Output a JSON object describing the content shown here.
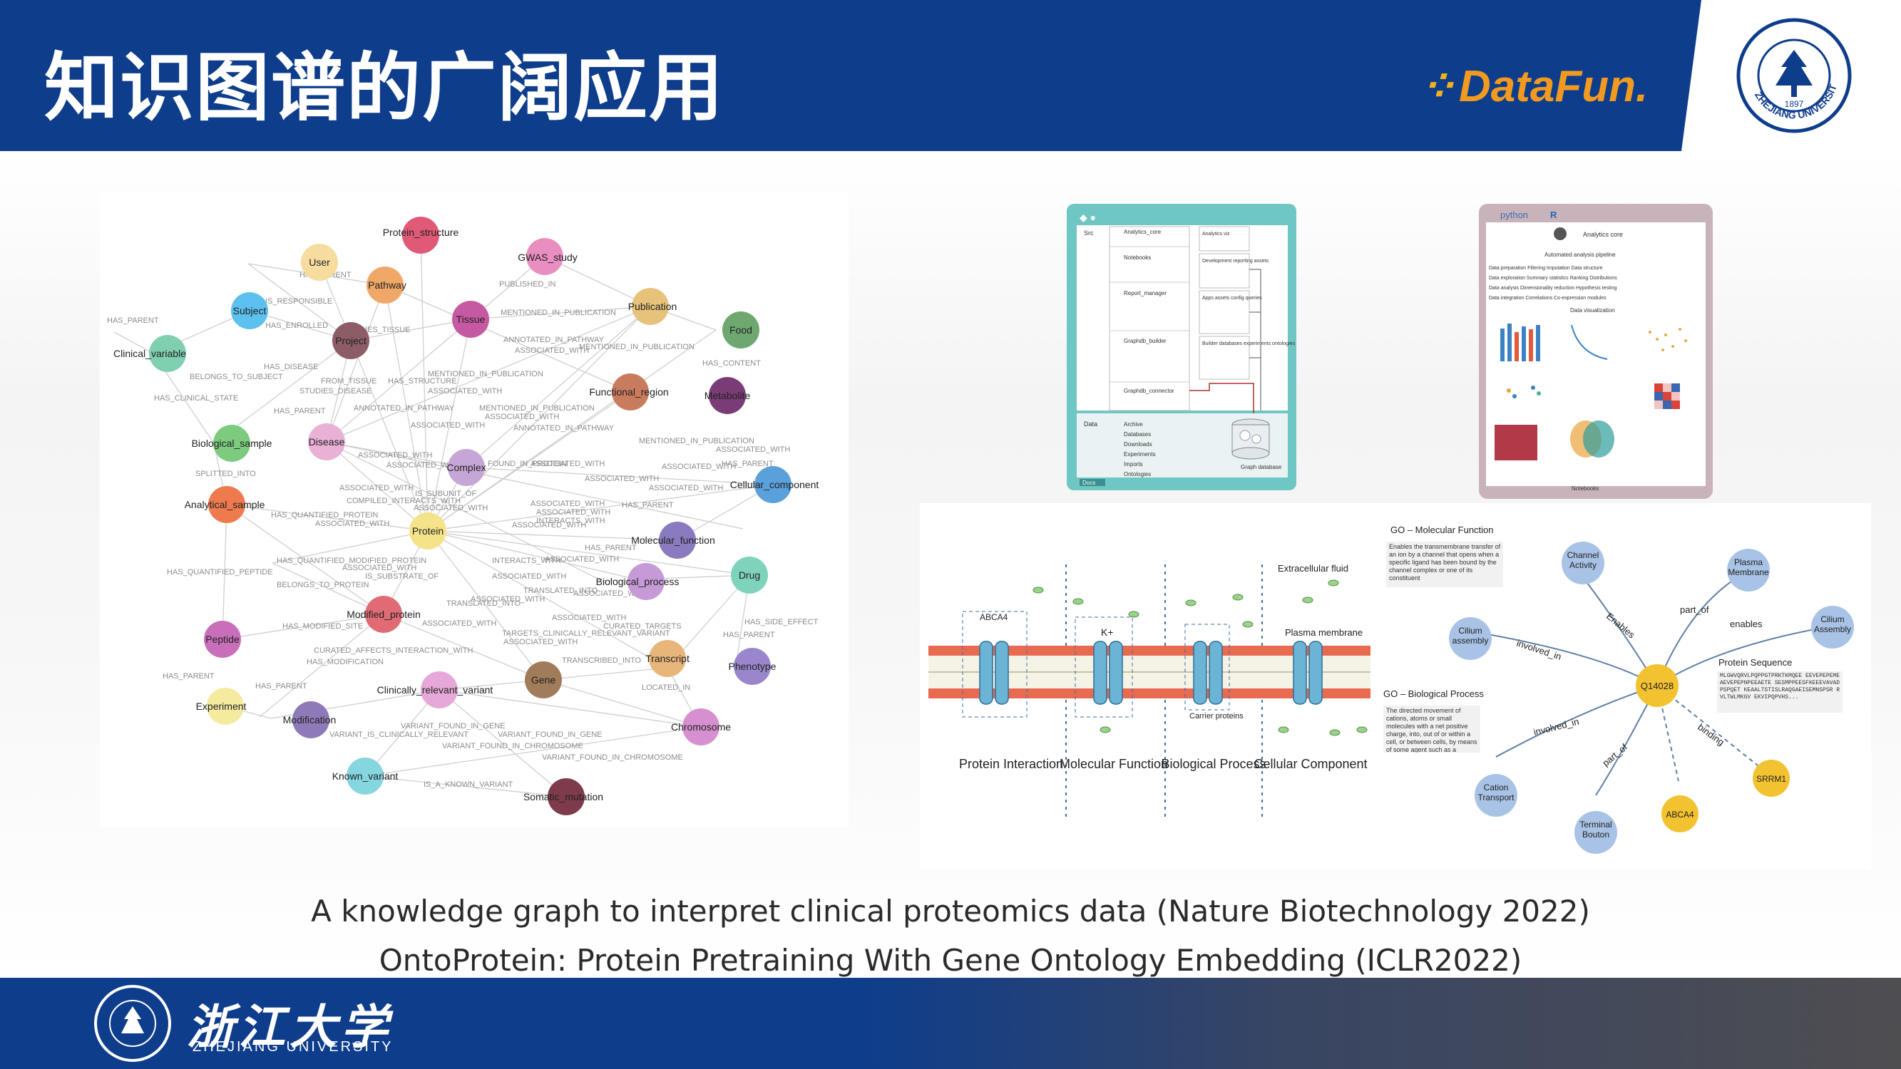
{
  "header": {
    "title": "知识图谱的广阔应用",
    "brand": "DataFun.",
    "university_seal_text": "ZHEJIANG UNIVERSITY 1897"
  },
  "knowledge_graph": {
    "nodes": [
      {
        "label": "Protein_structure",
        "color": "#e05a78"
      },
      {
        "label": "User",
        "color": "#f7dca0"
      },
      {
        "label": "GWAS_study",
        "color": "#e98ec0"
      },
      {
        "label": "Pathway",
        "color": "#f0a868"
      },
      {
        "label": "Subject",
        "color": "#5cc1ef"
      },
      {
        "label": "Tissue",
        "color": "#c65aa2"
      },
      {
        "label": "Publication",
        "color": "#e7c27a"
      },
      {
        "label": "Food",
        "color": "#6ea870"
      },
      {
        "label": "Project",
        "color": "#8d5d67"
      },
      {
        "label": "Clinical_variable",
        "color": "#7fcfb0"
      },
      {
        "label": "Functional_region",
        "color": "#c97b5e"
      },
      {
        "label": "Metabolite",
        "color": "#7a3c76"
      },
      {
        "label": "Biological_sample",
        "color": "#7ccb7e"
      },
      {
        "label": "Disease",
        "color": "#e9b1d6"
      },
      {
        "label": "Complex",
        "color": "#c6a6d6"
      },
      {
        "label": "Analytical_sample",
        "color": "#ee7a4e"
      },
      {
        "label": "Cellular_component",
        "color": "#5aa1dc"
      },
      {
        "label": "Protein",
        "color": "#f5e38a"
      },
      {
        "label": "Molecular_function",
        "color": "#8a7bc0"
      },
      {
        "label": "Drug",
        "color": "#7fd3bd"
      },
      {
        "label": "Biological_process",
        "color": "#c59ad6"
      },
      {
        "label": "Modified_protein",
        "color": "#e06b75"
      },
      {
        "label": "Peptide",
        "color": "#c96fba"
      },
      {
        "label": "Transcript",
        "color": "#e8b67a"
      },
      {
        "label": "Phenotype",
        "color": "#9a86cc"
      },
      {
        "label": "Gene",
        "color": "#a07c5a"
      },
      {
        "label": "Clinically_relevant_variant",
        "color": "#e6a8d8"
      },
      {
        "label": "Experiment",
        "color": "#f4eb9f"
      },
      {
        "label": "Modification",
        "color": "#8e7ab8"
      },
      {
        "label": "Chromosome",
        "color": "#d790cf"
      },
      {
        "label": "Known_variant",
        "color": "#86d6e0"
      },
      {
        "label": "Somatic_mutation",
        "color": "#7e3b4c"
      }
    ],
    "edge_labels": [
      "HAS_PARENT",
      "IS_RESPONSIBLE",
      "HAS_ENROLLED",
      "STUDIES_TISSUE",
      "PUBLISHED_IN",
      "MENTIONED_IN_PUBLICATION",
      "ANNOTATED_IN_PATHWAY",
      "ASSOCIATED_WITH",
      "BELONGS_TO_SUBJECT",
      "HAS_DISEASE",
      "FROM_TISSUE",
      "HAS_STRUCTURE",
      "STUDIES_DISEASE",
      "HAS_CONTENT",
      "HAS_CLINICAL_STATE",
      "SPLITTED_INTO",
      "IS_SUBUNIT_OF",
      "COMPILED_INTERACTS_WITH",
      "HAS_QUANTIFIED_PROTEIN",
      "FOUND_IN_PROTEIN",
      "INTERACTS_WITH",
      "HAS_QUANTIFIED_MODIFIED_PROTEIN",
      "HAS_QUANTIFIED_PEPTIDE",
      "IS_SUBSTRATE_OF",
      "BELONGS_TO_PROTEIN",
      "TRANSLATED_INTO",
      "HAS_MODIFIED_SITE",
      "HAS_SIDE_EFFECT",
      "CURATED_TARGETS",
      "TARGETS_CLINICALLY_RELEVANT_VARIANT",
      "CURATED_AFFECTS_INTERACTION_WITH",
      "HAS_MODIFICATION",
      "TRANSCRIBED_INTO",
      "LOCATED_IN",
      "VARIANT_FOUND_IN_GENE",
      "VARIANT_IS_CLINICALLY_RELEVANT",
      "VARIANT_FOUND_IN_CHROMOSOME",
      "IS_A_KNOWN_VARIANT"
    ]
  },
  "platform": {
    "left_box": {
      "src": "Src",
      "data": "Data",
      "docs": "Docs",
      "modules": [
        "Analytics_core",
        "Notebooks",
        "Report_manager",
        "Graphdb_builder",
        "Graphdb_connector"
      ],
      "right_items": [
        "Analytics viz",
        "Development reporting assets",
        "Apps assets config queries",
        "Builder databases experiments ontologies"
      ],
      "data_items": [
        "Archive",
        "Databases",
        "Downloads",
        "Experiments",
        "Imports",
        "Ontologies"
      ],
      "graph_database": "Graph database"
    },
    "right_box": {
      "python": "python",
      "analytics_core": "Analytics core",
      "pipeline": "Automated analysis pipeline",
      "columns": [
        "Data preparation Filtering Imputation Data structure",
        "Data exploration Summary statistics Ranking Distributions",
        "Data analysis Dimensionality reduction Hypothesis testing",
        "Data integration Correlations Co-expression modules"
      ],
      "visualization": "Data visualization",
      "notebooks": "Notebooks"
    }
  },
  "ontoprotein": {
    "membrane": {
      "extracellular": "Extracellular fluid",
      "plasma_membrane": "Plasma membrane",
      "abca4": "ABCA4",
      "k_ion": "K+",
      "carrier": "Carrier proteins",
      "categories": [
        "Protein Interaction",
        "Molecular Function",
        "Biological Process",
        "Cellular Component"
      ]
    },
    "go": {
      "mf_title": "GO – Molecular Function",
      "mf_text": "Enables the transmembrane transfer of an ion by a channel that opens when a specific ligand has been bound by the channel complex or one of its constituent",
      "bp_title": "GO – Biological Process",
      "bp_text": "The directed movement of cations, atoms or small molecules with a net positive charge, into, out of or within a cell, or between cells, by means of some agent such as a transporter",
      "center": "Q14028",
      "nodes": [
        "Channel Activity",
        "Plasma Membrane",
        "Cilium Assembly",
        "Cilium assembly",
        "Cation Transport",
        "Terminal Bouton",
        "ABCA4",
        "SRRM1"
      ],
      "edges": [
        "Enables",
        "part_of",
        "enables",
        "involved_in",
        "involved_in",
        "part_of",
        "binding"
      ],
      "seq_title": "Protein Sequence",
      "seq_text": "MLGWVQRVLPQPPGTPRKTKMQEE EEVEPEPEMEAEVEPEPNPEEAETE SESMPPEESFKEEEVAVADPSPQET KEAALTSTISLRAQGAEISEMNSPSR RVLTWLMKGV EKVIPQPVHS..."
    }
  },
  "captions": {
    "line1": "A knowledge graph to interpret clinical proteomics data (Nature Biotechnology 2022)",
    "line2": "OntoProtein: Protein Pretraining With Gene Ontology Embedding (ICLR2022)"
  },
  "footer": {
    "university_cn": "浙江大学",
    "university_en": "ZHEJIANG UNIVERSITY"
  }
}
